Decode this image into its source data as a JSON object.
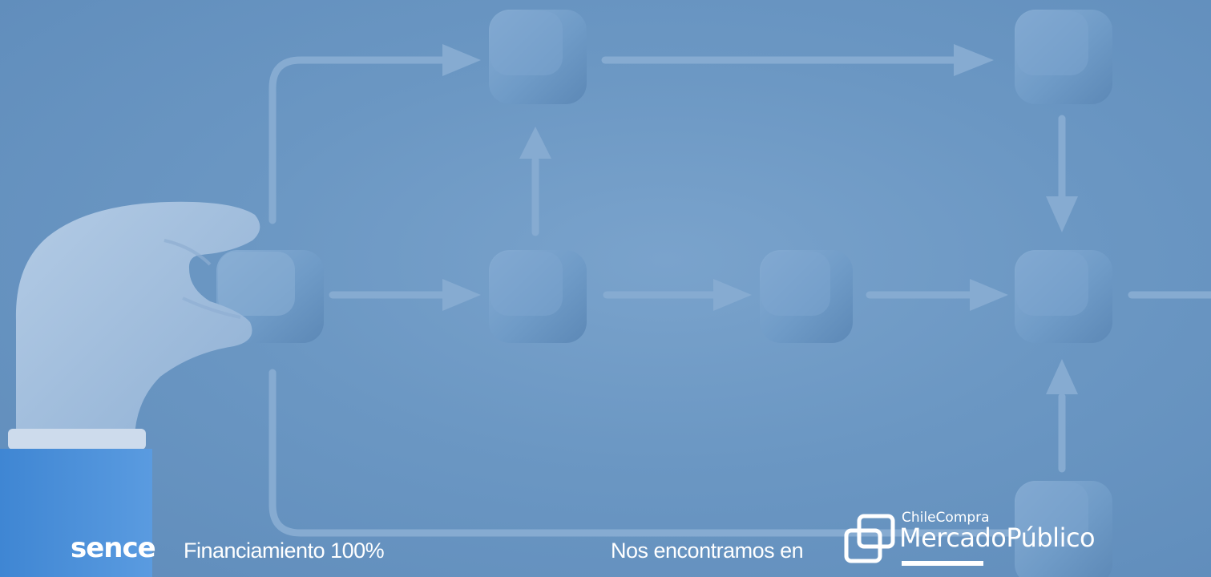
{
  "palette": {
    "background": "#6b97c3",
    "cube": "#6e9ac6",
    "cube_light": "#88afd5",
    "arrow": "#86abd1",
    "hand": "#a3bddb",
    "sleeve": "#4d8fd6",
    "text": "#ffffff"
  },
  "footer": {
    "sence_logo": "sence",
    "financing_text": "Financiamiento 100%",
    "meet_text": "Nos encontramos en",
    "chilecompra_small": "ChileCompra",
    "mercadopublico_big": "MercadoPúblico",
    "mercadopublico_icon": "mercadopublico-icon"
  },
  "illustration": {
    "subject": "hand placing a cube in a flowchart of cubes and arrows",
    "hand_icon": "hand-icon",
    "cube_icon": "cube-icon",
    "arrow_icon": "arrow-icon"
  }
}
